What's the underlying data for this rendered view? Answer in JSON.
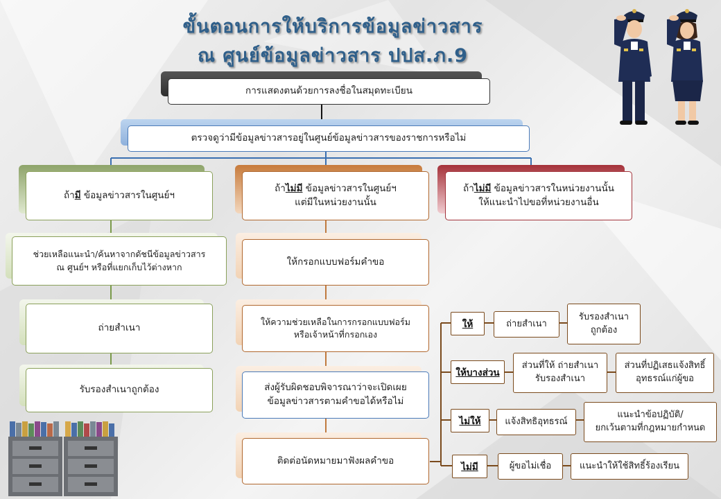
{
  "title": {
    "line1": "ขั้นตอนการให้บริการข้อมูลข่าวสาร",
    "line2": "ณ ศูนย์ข้อมูลข่าวสาร ปปส.ภ.9"
  },
  "steps": {
    "register": "การแสดงตนด้วยการลงชื่อในสมุดทะเบียน",
    "check": "ตรวจดูว่ามีข้อมูลข่าวสารอยู่ในศูนย์ข้อมูลข่าวสารของราชการหรือไม่"
  },
  "branch_green": {
    "head_prefix": "ถ้า",
    "head_key": "มี",
    "head_suffix": " ข้อมูลข่าวสารในศูนย์ฯ",
    "step1": "ช่วยเหลือแนะนำ/ค้นหาจากดัชนีข้อมูลข่าวสาร\nณ ศูนย์ฯ หรือที่แยกเก็บไว้ต่างหาก",
    "step2": "ถ่ายสำเนา",
    "step3": "รับรองสำเนาถูกต้อง"
  },
  "branch_orange": {
    "head_prefix": "ถ้า",
    "head_key": "ไม่มี",
    "head_suffix": " ข้อมูลข่าวสารในศูนย์ฯ\nแต่มีในหน่วยงานนั้น",
    "step1": "ให้กรอกแบบฟอร์มคำขอ",
    "step2": "ให้ความช่วยเหลือในการกรอกแบบฟอร์ม\nหรือเจ้าหน้าที่กรอกเอง",
    "step3": "ส่งผู้รับผิดชอบพิจารณาว่าจะเปิดเผย\nข้อมูลข่าวสารตามคำขอได้หรือไม่",
    "step4": "ติดต่อนัดหมายมาฟังผลคำขอ"
  },
  "branch_red": {
    "head_prefix": "ถ้า",
    "head_key": "ไม่มี",
    "head_suffix": " ข้อมูลข่าวสารในหน่วยงานนั้น\nให้แนะนำไปขอที่หน่วยงานอื่น"
  },
  "outcomes": [
    {
      "label": "ให้",
      "action": "ถ่ายสำเนา",
      "result": "รับรองสำเนา\nถูกต้อง"
    },
    {
      "label": "ให้บางส่วน",
      "action": "ส่วนที่ให้ ถ่ายสำเนา\nรับรองสำเนา",
      "result": "ส่วนที่ปฏิเสธแจ้งสิทธิ์\nอุทธรณ์แก่ผู้ขอ"
    },
    {
      "label": "ไม่ให้",
      "action": "แจ้งสิทธิอุทธรณ์",
      "result": "แนะนำข้อปฏิบัติ/\nยกเว้นตามที่กฎหมายกำหนด"
    },
    {
      "label": "ไม่มี",
      "action": "ผู้ขอไม่เชื่อ",
      "result": "แนะนำให้ใช้สิทธิ์ร้องเรียน"
    }
  ],
  "colors": {
    "title": "#2f5f8a",
    "green": "#7a9a4a",
    "orange": "#c07a3e",
    "red": "#a2323a",
    "blue": "#4a7ab8",
    "dark": "#3a3a3a"
  }
}
